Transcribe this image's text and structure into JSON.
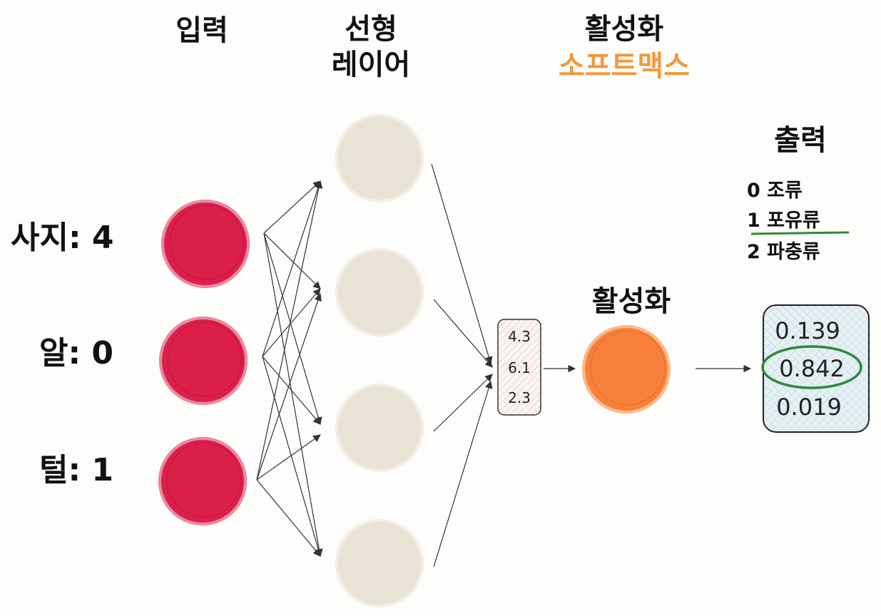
{
  "headers": {
    "input": "입력",
    "linear_line1": "선형",
    "linear_line2": "레이어",
    "activation": "활성화",
    "softmax": "소프트맥스",
    "output": "출력",
    "activation_node_label": "활성화"
  },
  "inputs": [
    {
      "label": "사지: 4"
    },
    {
      "label": "알: 0"
    },
    {
      "label": "털: 1"
    }
  ],
  "logits": [
    "4.3",
    "6.1",
    "2.3"
  ],
  "classes": [
    {
      "text": "0 조류",
      "highlighted": false
    },
    {
      "text": "1 포유류",
      "highlighted": true
    },
    {
      "text": "2 파충류",
      "highlighted": false
    }
  ],
  "probabilities": [
    {
      "value": "0.139",
      "highlighted": false
    },
    {
      "value": "0.842",
      "highlighted": true
    },
    {
      "value": "0.019",
      "highlighted": false
    }
  ],
  "colors": {
    "input_node": "#dc1f4a",
    "hidden_node": "#e9e3d5",
    "activation_node": "#f7813a",
    "softmax_text": "#ee9a3e",
    "highlight": "#2f8a3a",
    "output_box_fill": "#e6f1f6"
  }
}
